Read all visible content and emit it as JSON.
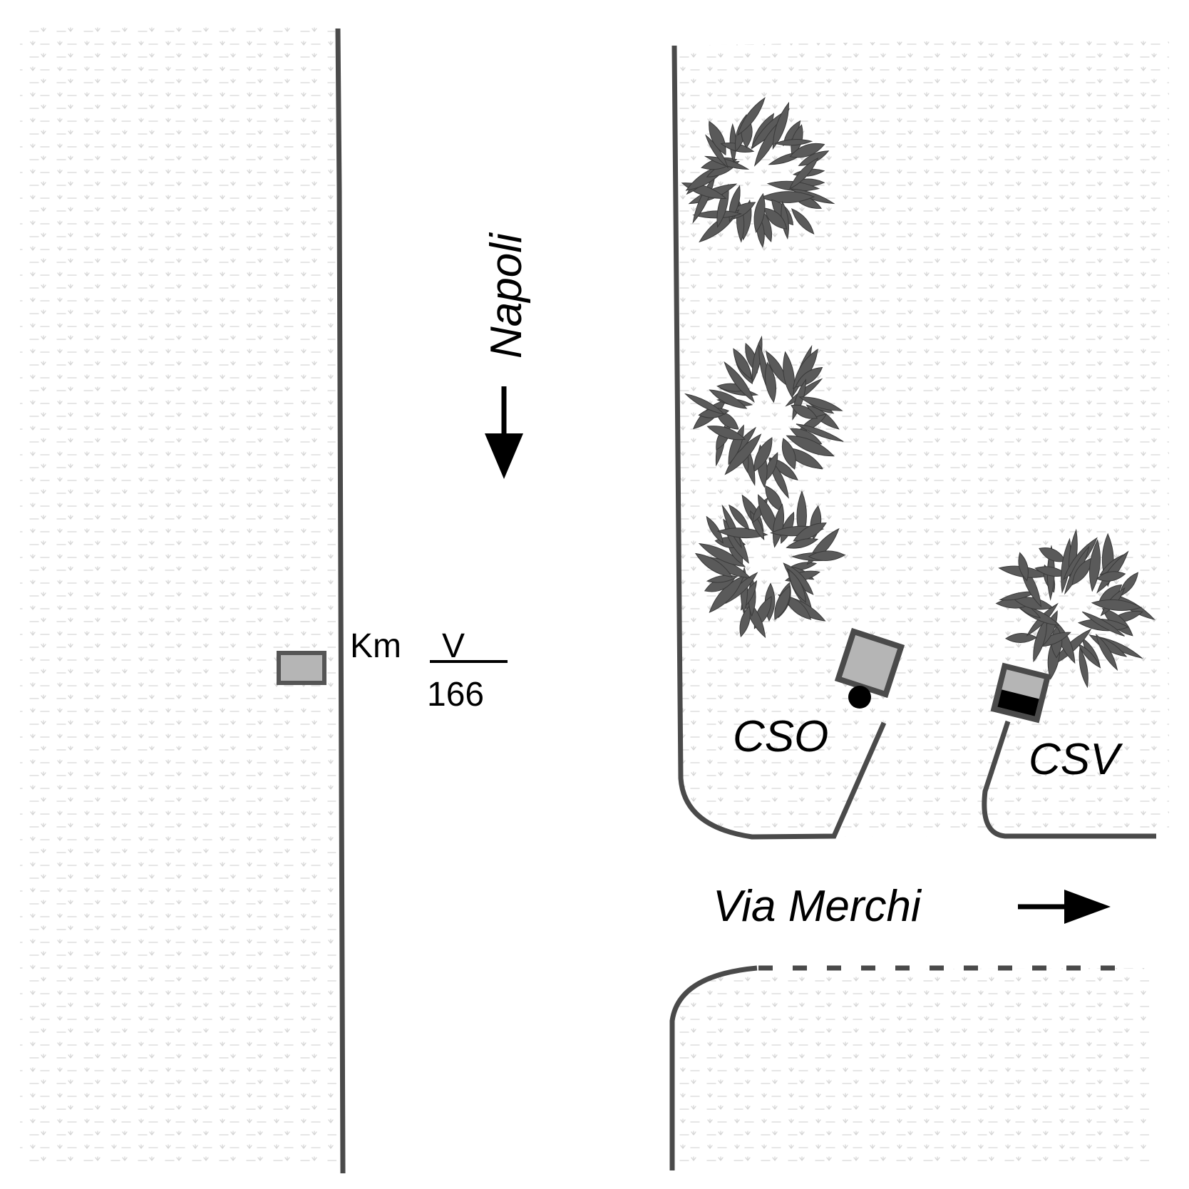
{
  "labels": {
    "napoli": "Napoli",
    "via_merchi": "Via Merchi",
    "cso": "CSO",
    "csv": "CSV",
    "km_prefix": "Km",
    "km_numerator": "V",
    "km_denominator": "166"
  },
  "colors": {
    "road_edge": "#4a4a4a",
    "tree_leaf": "#5a5a5a",
    "ground_pattern": "#d3d3d3",
    "sign_box_fill": "#b5b5b5",
    "sign_box_border": "#555555",
    "marker_fill": "#000000"
  },
  "icons": {
    "direction_south": "arrow-down-icon",
    "direction_east": "arrow-right-icon",
    "trees": "tree-canopy-icon",
    "cso_cabinet": "cabinet-icon",
    "csv_cabinet": "cabinet-icon",
    "km_marker": "milestone-icon"
  }
}
